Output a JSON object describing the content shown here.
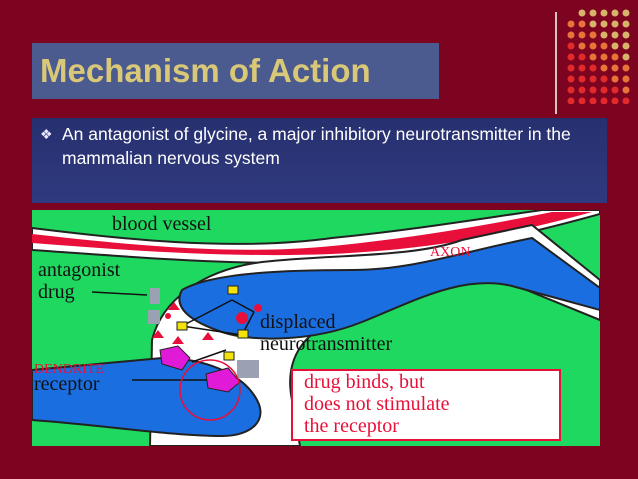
{
  "slide": {
    "title": "Mechanism of Action",
    "bullet": "An antagonist of glycine, a major inhibitory neurotransmitter in the mammalian nervous system",
    "bullet_icon": "diamond-bullet-icon"
  },
  "figure": {
    "blood_vessel": "blood vessel",
    "axon": "AXON",
    "antagonist_line1": "antagonist",
    "antagonist_line2": "drug",
    "displaced_line1": "displaced",
    "displaced_line2": "neurotransmitter",
    "dendrite": "DENDRITE",
    "receptor": "receptor",
    "callout_line1": "drug binds, but",
    "callout_line2": "does not stimulate",
    "callout_line3": "the receptor"
  },
  "colors": {
    "background": "#7d0421",
    "title_box": "#4b5b8f",
    "title_text": "#d9c877",
    "bullet_box": "#2b3476",
    "figure_green": "#1fd85f",
    "figure_blue": "#1a6ee0",
    "vessel_red": "#e8103a"
  }
}
